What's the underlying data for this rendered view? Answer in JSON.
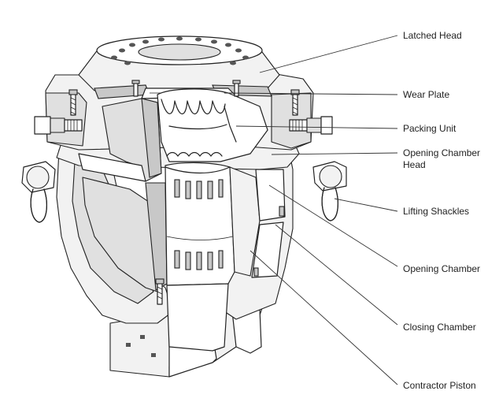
{
  "labels": {
    "latched_head": "Latched Head",
    "wear_plate": "Wear Plate",
    "packing_unit": "Packing Unit",
    "opening_chamber_head_line1": "Opening Chamber",
    "opening_chamber_head_line2": "Head",
    "lifting_shackles": "Lifting Shackles",
    "opening_chamber": "Opening Chamber",
    "closing_chamber": "Closing Chamber",
    "contractor_piston": "Contractor Piston"
  },
  "colors": {
    "ink": "#222222",
    "background": "#ffffff"
  }
}
